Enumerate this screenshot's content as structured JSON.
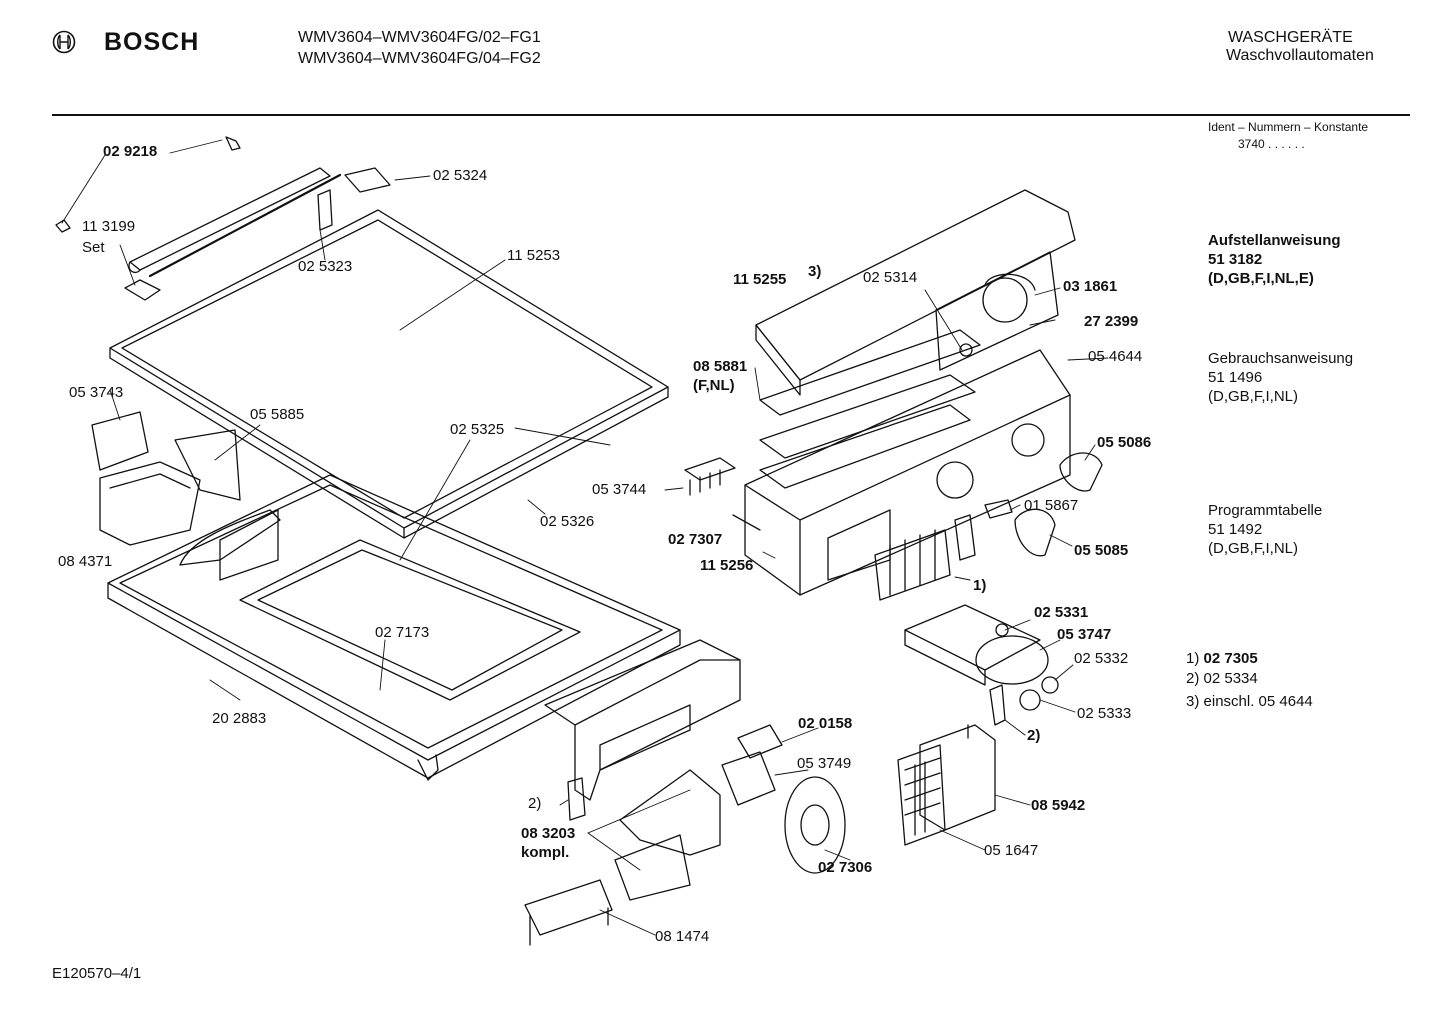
{
  "header": {
    "brand": "BOSCH",
    "models": [
      "WMV3604–WMV3604FG/02–FG1",
      "WMV3604–WMV3604FG/04–FG2"
    ],
    "category": "WASCHGERÄTE",
    "subcategory": "Waschvollautomaten",
    "ident_label": "Ident – Nummern – Konstante",
    "ident_value": "3740 . . . . . ."
  },
  "documents": [
    {
      "title": "Aufstellanweisung",
      "number": "51 3182",
      "langs": "(D,GB,F,I,NL,E)"
    },
    {
      "title": "Gebrauchsanweisung",
      "number": "51 1496",
      "langs": "(D,GB,F,I,NL)"
    },
    {
      "title": "Programmtabelle",
      "number": "51 1492",
      "langs": "(D,GB,F,I,NL)"
    }
  ],
  "footnotes": [
    {
      "mark": "1)",
      "text": "02 7305"
    },
    {
      "mark": "2)",
      "text": "02 5334"
    },
    {
      "mark": "3)",
      "text": "einschl. 05 4644"
    }
  ],
  "footer": "E120570–4/1",
  "parts": {
    "p029218": "02 9218",
    "p113199": "11 3199",
    "set": "Set",
    "p025324": "02 5324",
    "p025323": "02 5323",
    "p115253": "11 5253",
    "p053743": "05 3743",
    "p055885": "05 5885",
    "p025325": "02 5325",
    "p084371": "08 4371",
    "p025326": "02 5326",
    "p027173": "02 7173",
    "p202883": "20 2883",
    "p115255": "11 5255",
    "mark3": "3)",
    "p025314": "02 5314",
    "p031861": "03 1861",
    "p272399": "27 2399",
    "p054644": "05 4644",
    "p085881": "08 5881",
    "fnl": "(F,NL)",
    "p055086": "05 5086",
    "p053744": "05 3744",
    "p015867": "01 5867",
    "p027307": "02 7307",
    "p055085": "05 5085",
    "p115256": "11 5256",
    "mark1": "1)",
    "p025331": "02 5331",
    "p053747": "05 3747",
    "p025332": "02 5332",
    "p025333": "02 5333",
    "mark2a": "2)",
    "p020158": "02 0158",
    "p053749": "05 3749",
    "mark2b": "2)",
    "p083203": "08 3203",
    "kompl": "kompl.",
    "p085942": "08 5942",
    "p051647": "05 1647",
    "p027306": "02 7306",
    "p081474": "08 1474"
  }
}
